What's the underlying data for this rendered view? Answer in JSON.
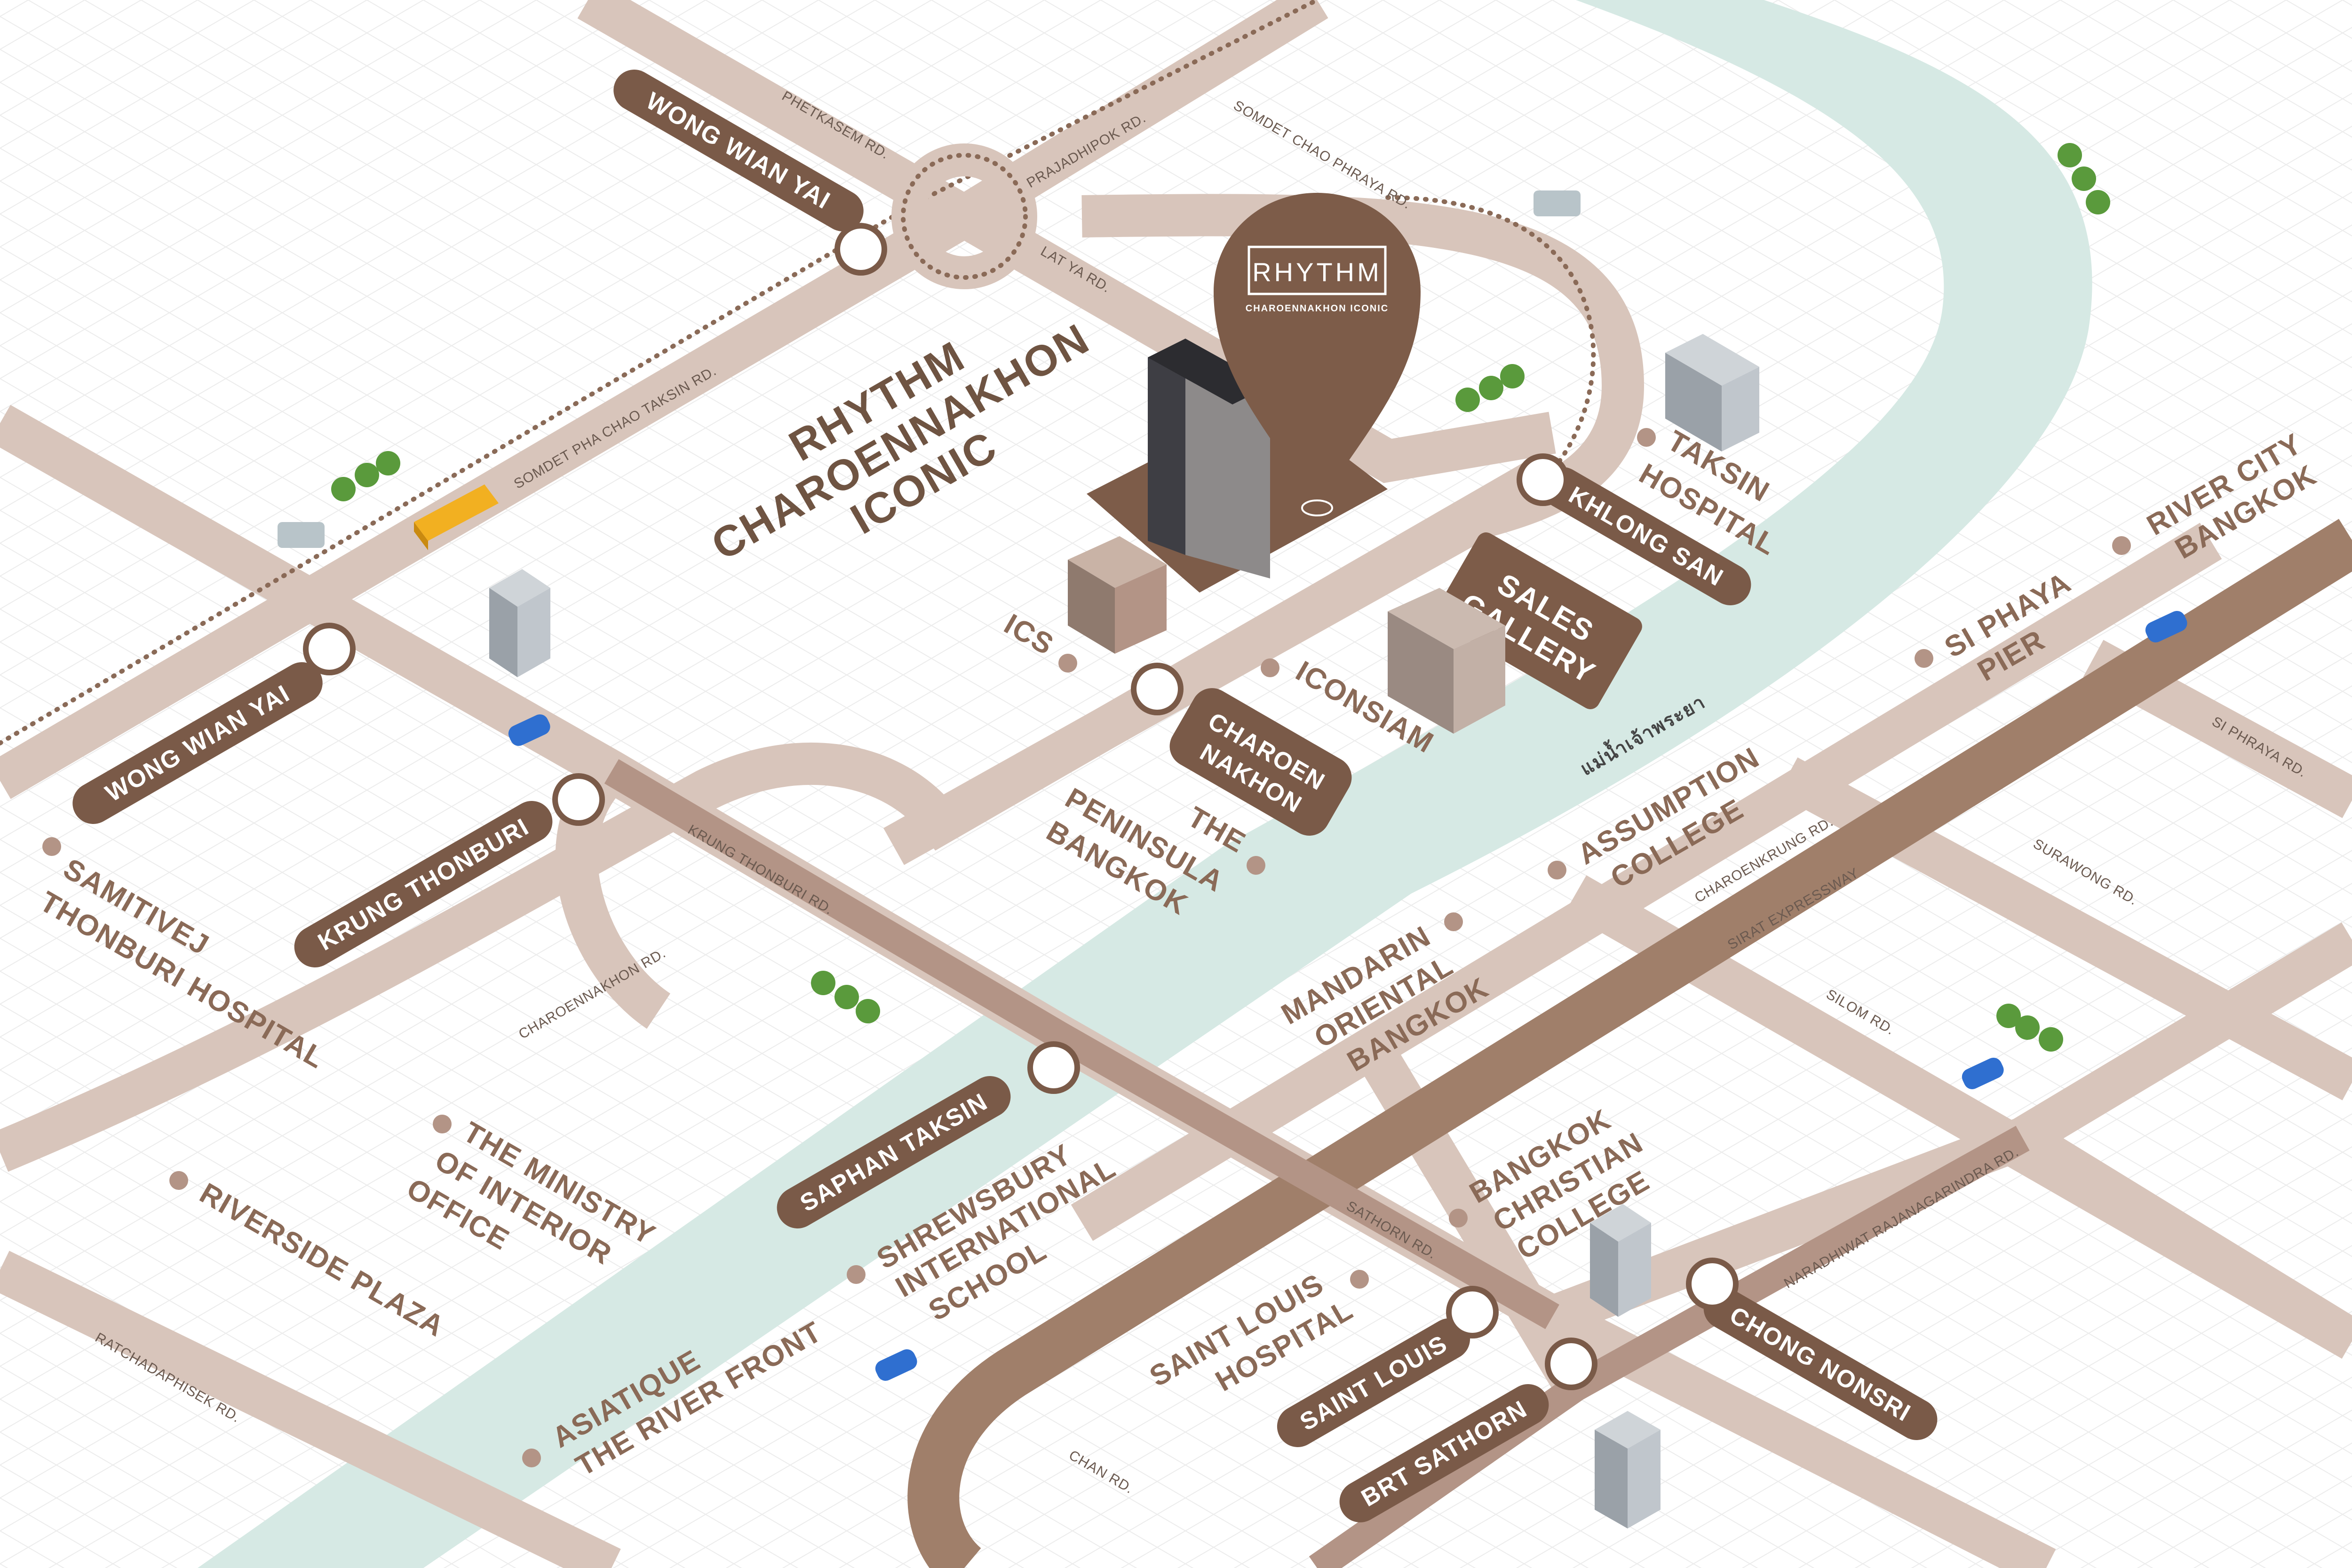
{
  "project": {
    "title_line1": "RHYTHM",
    "title_line2": "CHAROENNAKHON",
    "title_line3": "ICONIC",
    "pin_brand": "RHYTHM",
    "pin_sub": "CHAROENNAKHON ICONIC"
  },
  "colors": {
    "road": "#d8c5bb",
    "road_dark": "#b39486",
    "expressway": "#a07f6a",
    "river": "#d6e9e4",
    "station": "#7a5a48",
    "accent": "#7d5c49",
    "grid": "#ececec",
    "text": "#8a6a57"
  },
  "roads": {
    "phetkasem": "PHETKASEM RD.",
    "prajadhipok": "PRAJADHIPOK RD.",
    "somdet_chao_phraya": "SOMDET CHAO PHRAYA RD.",
    "lat_ya": "LAT YA RD.",
    "somdet_pha_chao_taksin": "SOMDET PHA CHAO TAKSIN RD.",
    "krung_thonburi": "KRUNG THONBURI RD.",
    "charoennakhon": "CHAROENNAKHON RD.",
    "charoenkrung": "CHAROENKRUNG RD.",
    "sirat_expressway": "SIRAT EXPRESSWAY",
    "si_phraya": "SI PHRAYA RD.",
    "surawong": "SURAWONG RD.",
    "silom": "SILOM RD.",
    "sathorn": "SATHORN RD.",
    "naradhiwat": "NARADHIWAT RAJANAGARINDRA RD.",
    "chan": "CHAN RD.",
    "ratchadaphisek": "RATCHADAPHISEK RD."
  },
  "river_label": "แม่น้ำเจ้าพระยา",
  "stations": {
    "wong_wian_yai_top": "WONG WIAN YAI",
    "wong_wian_yai": "WONG WIAN YAI",
    "krung_thonburi": "KRUNG THONBURI",
    "khlong_san": "KHLONG SAN",
    "charoen_nakhon_1": "CHAROEN",
    "charoen_nakhon_2": "NAKHON",
    "saphan_taksin": "SAPHAN TAKSIN",
    "saint_louis": "SAINT LOUIS",
    "brt_sathorn": "BRT SATHORN",
    "chong_nonsri": "CHONG NONSRI"
  },
  "sales_gallery": {
    "line1": "SALES",
    "line2": "GALLERY"
  },
  "places": {
    "taksin_hospital_1": "TAKSIN",
    "taksin_hospital_2": "HOSPITAL",
    "ics": "ICS",
    "iconsiam": "ICONSIAM",
    "river_city_1": "RIVER CITY",
    "river_city_2": "BANGKOK",
    "si_phaya_pier_1": "SI PHAYA",
    "si_phaya_pier_2": "PIER",
    "assumption_1": "ASSUMPTION",
    "assumption_2": "COLLEGE",
    "peninsula_1": "THE",
    "peninsula_2": "PENINSULA",
    "peninsula_3": "BANGKOK",
    "mandarin_1": "MANDARIN",
    "mandarin_2": "ORIENTAL",
    "mandarin_3": "BANGKOK",
    "samitivej_1": "SAMITIVEJ",
    "samitivej_2": "THONBURI HOSPITAL",
    "ministry_1": "THE MINISTRY",
    "ministry_2": "OF INTERIOR",
    "ministry_3": "OFFICE",
    "riverside": "RIVERSIDE PLAZA",
    "shrewsbury_1": "SHREWSBURY",
    "shrewsbury_2": "INTERNATIONAL",
    "shrewsbury_3": "SCHOOL",
    "bcc_1": "BANGKOK",
    "bcc_2": "CHRISTIAN",
    "bcc_3": "COLLEGE",
    "saint_louis_h_1": "SAINT LOUIS",
    "saint_louis_h_2": "HOSPITAL",
    "asiatique_1": "ASIATIQUE",
    "asiatique_2": "THE RIVER FRONT"
  }
}
